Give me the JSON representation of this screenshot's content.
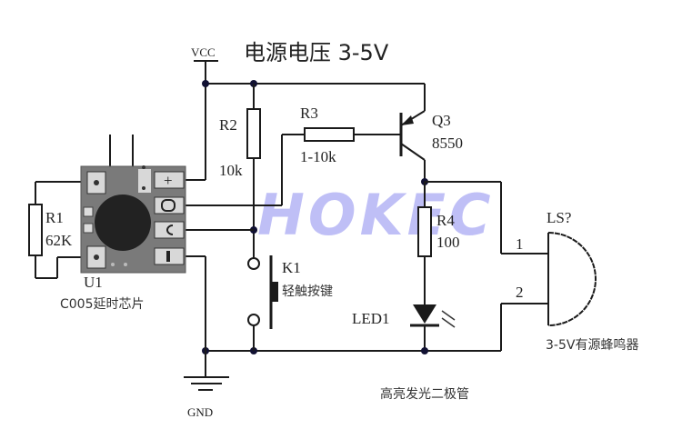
{
  "title": "电源电压 3-5V",
  "watermark": "HOKEC",
  "power": {
    "vcc_label": "VCC",
    "gnd_label": "GND"
  },
  "components": {
    "r1": {
      "ref": "R1",
      "value": "62K"
    },
    "r2": {
      "ref": "R2",
      "value": "10k"
    },
    "r3": {
      "ref": "R3",
      "value": "1-10k"
    },
    "r4": {
      "ref": "R4",
      "value": "100"
    },
    "q3": {
      "ref": "Q3",
      "value": "8550"
    },
    "u1": {
      "ref": "U1",
      "value": "C005延时芯片"
    },
    "k1": {
      "ref": "K1",
      "value": "轻触按键"
    },
    "led1": {
      "ref": "LED1",
      "description": "高亮发光二极管"
    },
    "ls": {
      "ref": "LS?",
      "value": "3-5V有源蜂鸣器",
      "pin1": "1",
      "pin2": "2"
    }
  },
  "chip_pins": {
    "plus": "+",
    "o": "O",
    "c": "C",
    "minus": "I"
  },
  "colors": {
    "wire": "#1a1a1a",
    "watermark": "#8c8cf0",
    "pcb": "#7a7a7a"
  }
}
